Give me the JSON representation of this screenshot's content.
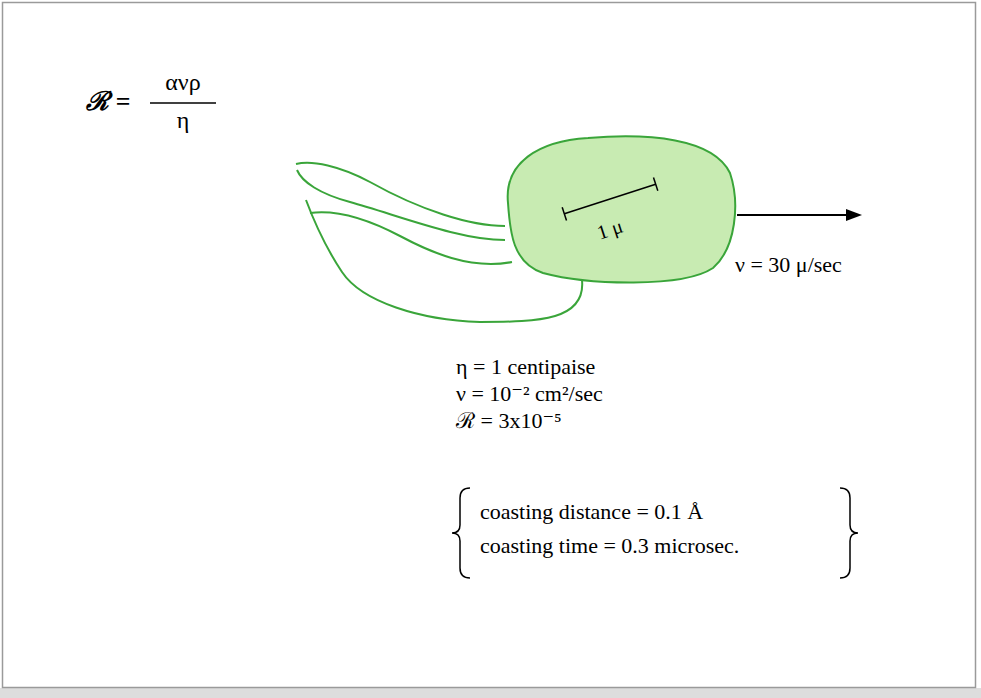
{
  "diagram": {
    "nodes": [
      {
        "text": [
          "1 μ"
        ]
      }
    ],
    "labels": [
      "ℛ =",
      "ανρ",
      "η",
      "ν = 30 μ/sec",
      "η = 1 centipaise",
      "ν = 10⁻² cm²/sec",
      "ℛ = 3x10⁻⁵",
      "coasting distance = 0.1 Å",
      "coasting time = 0.3 microsec."
    ]
  }
}
